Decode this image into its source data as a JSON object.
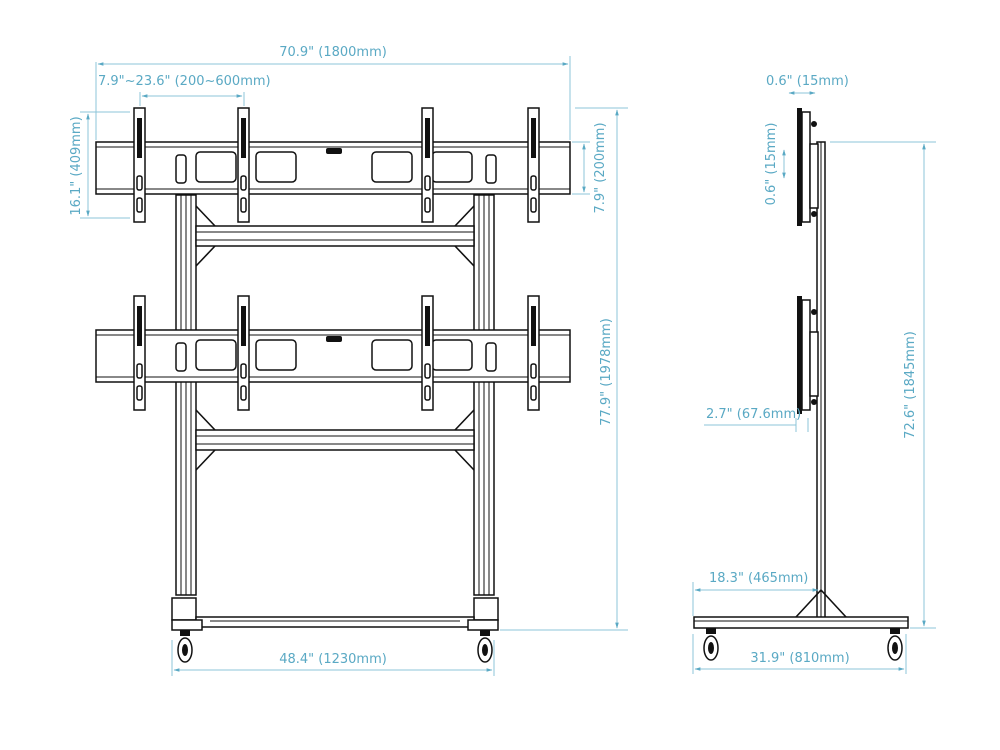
{
  "diagram": {
    "subject": "Mobile 2x4 video wall stand",
    "colors": {
      "dimension": "#5aa9c4",
      "extension": "#8cc4d8",
      "drawing": "#111111",
      "background": "#ffffff"
    },
    "front_view": {
      "overall_width": "70.9\" (1800mm)",
      "bracket_spacing": "7.9\"~23.6\" (200~600mm)",
      "rail_height": "16.1\" (409mm)",
      "bracket_adjust": "7.9\" (200mm)",
      "overall_height": "77.9\" (1978mm)",
      "base_width": "48.4\" (1230mm)"
    },
    "side_view": {
      "top_offset": "0.6\" (15mm)",
      "vertical_offset": "0.6\" (15mm)",
      "depth": "2.7\" (67.6mm)",
      "height": "72.6\" (1845mm)",
      "base_front": "18.3\" (465mm)",
      "base_depth": "31.9\" (810mm)"
    }
  }
}
